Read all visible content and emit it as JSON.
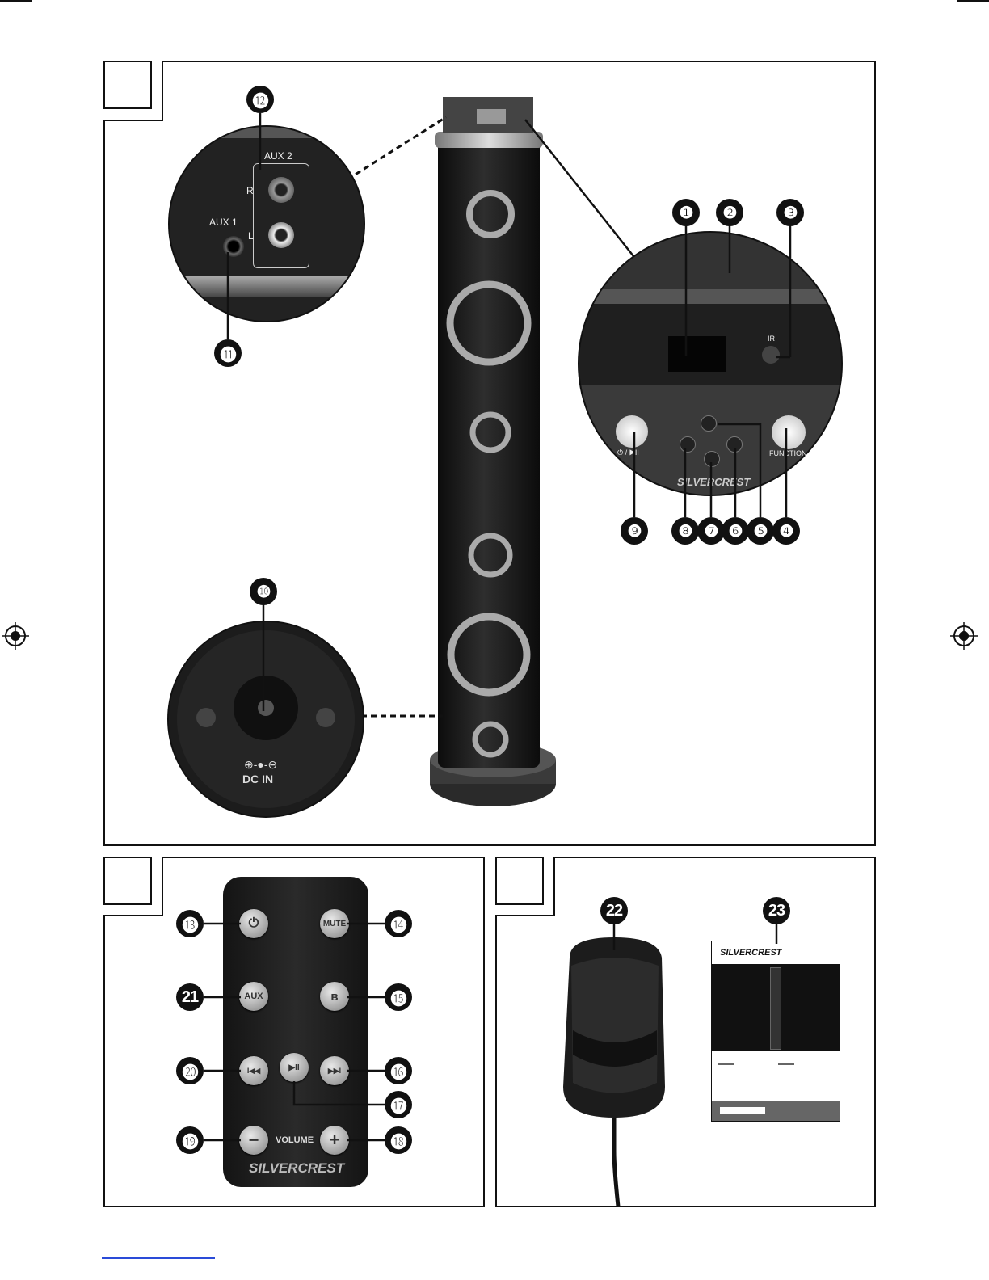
{
  "callouts": {
    "c1": "❶",
    "c2": "❷",
    "c3": "❸",
    "c4": "❹",
    "c5": "❺",
    "c6": "❻",
    "c7": "❼",
    "c8": "❽",
    "c9": "❾",
    "c10": "❿",
    "c11": "⓫",
    "c12": "⓬",
    "c13": "⓭",
    "c14": "⓮",
    "c15": "⓯",
    "c16": "⓰",
    "c17": "⓱",
    "c18": "⓲",
    "c19": "⓳",
    "c20": "⓴",
    "c21": "21",
    "c22": "22",
    "c23": "23"
  },
  "aux_detail": {
    "aux2": "AUX 2",
    "r": "R",
    "l": "L",
    "aux1": "AUX 1"
  },
  "panel_detail": {
    "ir": "IR",
    "power_play": "⏻ / ▶II",
    "function": "FUNCTION",
    "brand": "SILVERCREST"
  },
  "dc_detail": {
    "dc_in": "DC IN",
    "polarity": "⊕-●-⊖"
  },
  "remote": {
    "power": "⏻",
    "mute": "MUTE",
    "aux": "AUX",
    "bluetooth": "ʙ",
    "prev": "I◀◀",
    "play": "▶II",
    "next": "▶▶I",
    "minus": "−",
    "volume": "VOLUME",
    "plus": "+",
    "brand": "SILVERCREST"
  },
  "manual": {
    "brand": "SILVERCREST"
  },
  "colors": {
    "line": "#111111",
    "device": "#1b1b1b",
    "ring": "#b8b8b8"
  },
  "icons": [
    "power-icon",
    "play-pause-icon",
    "bluetooth-icon",
    "prev-icon",
    "next-icon",
    "registration-mark-icon"
  ]
}
